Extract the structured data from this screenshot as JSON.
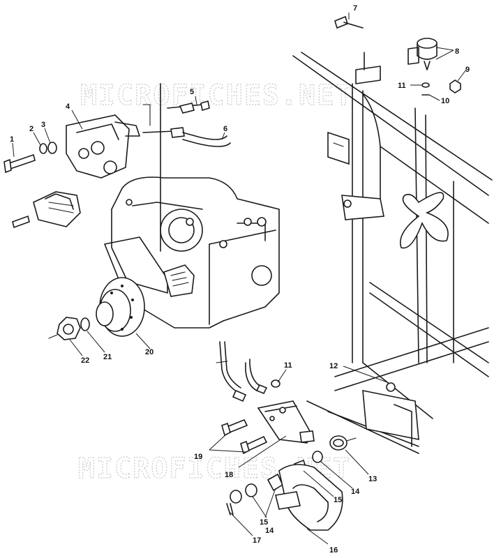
{
  "watermarks": [
    "MICROFICHES.NET",
    "MICROFICHES.NET"
  ],
  "callouts": [
    {
      "id": "1",
      "label": "1"
    },
    {
      "id": "2",
      "label": "2"
    },
    {
      "id": "3",
      "label": "3"
    },
    {
      "id": "4",
      "label": "4"
    },
    {
      "id": "5",
      "label": "5"
    },
    {
      "id": "6",
      "label": "6"
    },
    {
      "id": "7",
      "label": "7"
    },
    {
      "id": "8",
      "label": "8"
    },
    {
      "id": "9",
      "label": "9"
    },
    {
      "id": "10",
      "label": "10"
    },
    {
      "id": "11a",
      "label": "11"
    },
    {
      "id": "11b",
      "label": "11"
    },
    {
      "id": "12",
      "label": "12"
    },
    {
      "id": "13",
      "label": "13"
    },
    {
      "id": "14a",
      "label": "14"
    },
    {
      "id": "14b",
      "label": "14"
    },
    {
      "id": "15a",
      "label": "15"
    },
    {
      "id": "15b",
      "label": "15"
    },
    {
      "id": "16",
      "label": "16"
    },
    {
      "id": "17",
      "label": "17"
    },
    {
      "id": "18",
      "label": "18"
    },
    {
      "id": "19",
      "label": "19"
    },
    {
      "id": "20",
      "label": "20"
    },
    {
      "id": "21",
      "label": "21"
    },
    {
      "id": "22",
      "label": "22"
    }
  ]
}
